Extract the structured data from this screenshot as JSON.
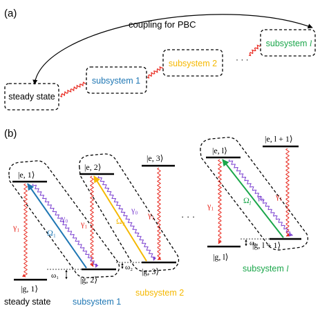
{
  "panel_a": {
    "label": "(a)",
    "coupling_text": "coupling for PBC",
    "boxes": {
      "steady": "steady state",
      "sub1": "subsystem 1",
      "sub2": "subsystem 2",
      "subl_prefix": "subsystem ",
      "subl_var": "l"
    },
    "ellipsis": "· · ·"
  },
  "panel_b": {
    "label": "(b)",
    "kets": {
      "e1": "|e, 1⟩",
      "e2": "|e, 2⟩",
      "e3": "|e, 3⟩",
      "el": "|e, l⟩",
      "el1": "|e, l + 1⟩",
      "g1": "|g, 1⟩",
      "g2": "|g, 2⟩",
      "g3": "|g, 3⟩",
      "gl": "|g, l⟩",
      "gl1": "|g, l + 1⟩"
    },
    "symbols": {
      "gamma1": "γ₁",
      "gamma0": "γ₀",
      "omega_1": "Ω₁",
      "omega_2": "Ω₂",
      "omega_l": "Ω",
      "omega_l_sub": "l",
      "w1": "ω₁",
      "w2": "ω₂",
      "wl": "ω",
      "wl_sub": "l"
    },
    "captions": {
      "steady": "steady state",
      "sub1": "subsystem 1",
      "sub2": "subsystem 2",
      "subl_prefix": "subsystem ",
      "subl_var": "l"
    },
    "ellipsis": "· · ·"
  },
  "colors": {
    "blue": "#1f77b4",
    "orange": "#f5b800",
    "green": "#1aa64a",
    "red": "#e8281e",
    "purple": "#7a3fd0",
    "black": "#000000"
  }
}
